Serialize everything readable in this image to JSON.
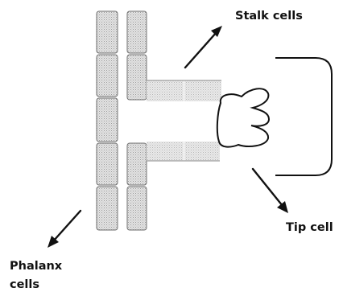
{
  "labels": {
    "stalk_cells": "Stalk cells",
    "tip_cell": "Tip cell",
    "phalanx_cells": {
      "line1": "Phalanx",
      "line2": "cells"
    }
  },
  "colors": {
    "ink": "#111111",
    "cell_fill": "#d8d8d8",
    "cell_outline": "#6d6d6d"
  }
}
